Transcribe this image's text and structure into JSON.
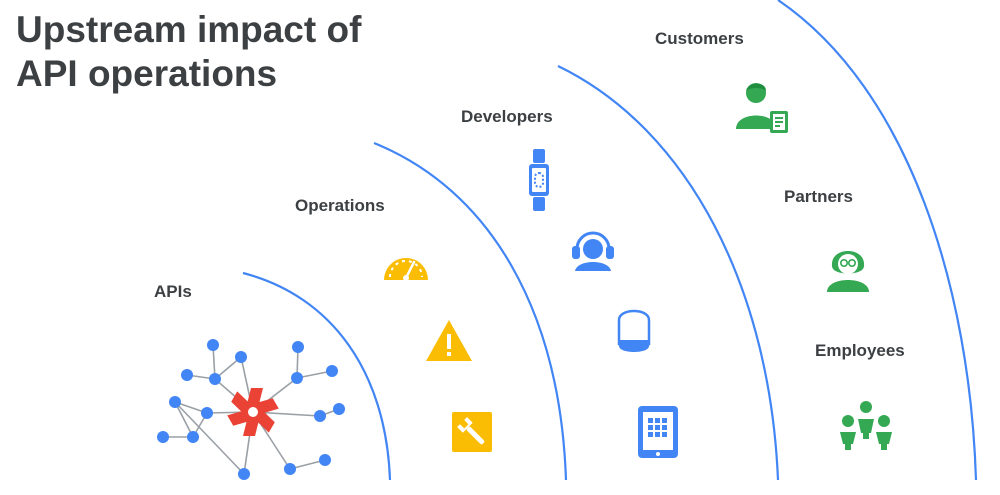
{
  "title": {
    "line1": "Upstream impact of",
    "line2": "API operations"
  },
  "layers": {
    "apis": "APIs",
    "operations": "Operations",
    "developers": "Developers",
    "customers": "Customers",
    "partners": "Partners",
    "employees": "Employees"
  },
  "colors": {
    "text": "#3c4043",
    "arc": "#4285f4",
    "blue": "#4285f4",
    "red": "#ea4335",
    "yellow": "#fbbc04",
    "green": "#34a853",
    "network_line": "#9aa0a6"
  },
  "icons": {
    "apis": [
      "network-graph-icon",
      "api-hub-icon"
    ],
    "operations": [
      "speedometer-icon",
      "warning-icon",
      "wrench-icon"
    ],
    "developers": [
      "smartwatch-icon",
      "headset-support-icon",
      "smart-speaker-icon",
      "tablet-icon"
    ],
    "customers": [
      "customer-with-device-icon"
    ],
    "partners": [
      "partner-person-icon"
    ],
    "employees": [
      "employee-group-icon"
    ]
  }
}
